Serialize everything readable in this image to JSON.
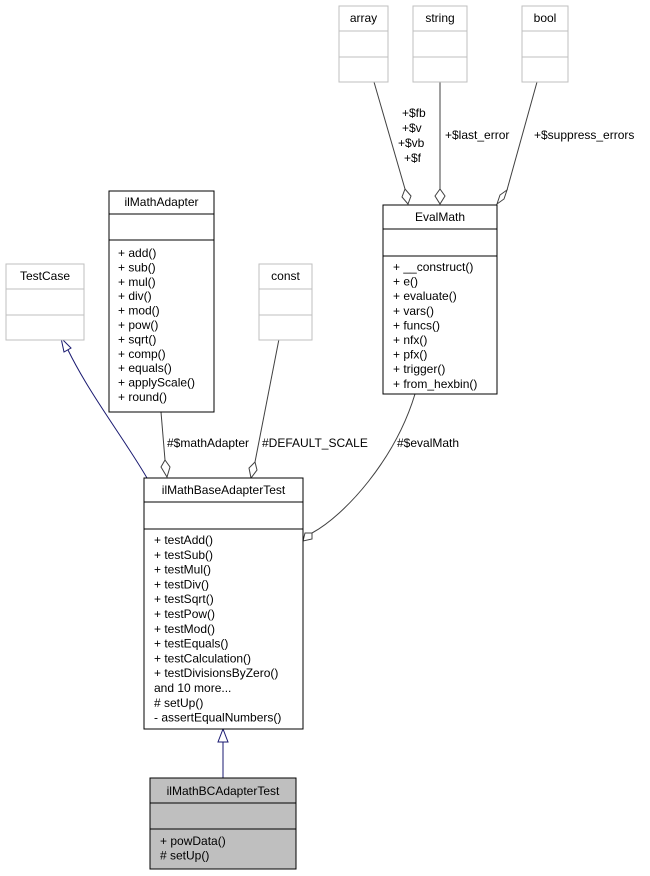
{
  "classes": {
    "array": {
      "name": "array"
    },
    "string": {
      "name": "string"
    },
    "bool": {
      "name": "bool"
    },
    "testcase": {
      "name": "TestCase"
    },
    "const": {
      "name": "const"
    },
    "ilmathadapter": {
      "name": "ilMathAdapter",
      "methods": [
        "+ add()",
        "+ sub()",
        "+ mul()",
        "+ div()",
        "+ mod()",
        "+ pow()",
        "+ sqrt()",
        "+ comp()",
        "+ equals()",
        "+ applyScale()",
        "+ round()"
      ]
    },
    "evalmath": {
      "name": "EvalMath",
      "methods": [
        "+ __construct()",
        "+ e()",
        "+ evaluate()",
        "+ vars()",
        "+ funcs()",
        "+ nfx()",
        "+ pfx()",
        "+ trigger()",
        "+ from_hexbin()"
      ]
    },
    "base": {
      "name": "ilMathBaseAdapterTest",
      "methods": [
        "+ testAdd()",
        "+ testSub()",
        "+ testMul()",
        "+ testDiv()",
        "+ testSqrt()",
        "+ testPow()",
        "+ testMod()",
        "+ testEquals()",
        "+ testCalculation()",
        "+ testDivisionsByZero()",
        "and 10 more...",
        "# setUp()",
        "- assertEqualNumbers()"
      ]
    },
    "bc": {
      "name": "ilMathBCAdapterTest",
      "methods": [
        "+ powData()",
        "# setUp()"
      ]
    }
  },
  "edges": {
    "array_fb": "+$fb",
    "array_v": "+$v",
    "array_vb": "+$vb",
    "array_f": "+$f",
    "string_label": "+$last_error",
    "bool_label": "+$suppress_errors",
    "adapter_label": "#$mathAdapter",
    "const_label": "#DEFAULT_SCALE",
    "evalmath_label": "#$evalMath"
  },
  "colors": {
    "box_border": "#000000",
    "gray_box_border": "#bfbfbf",
    "highlight_fill": "#bfbfbf",
    "inherit_arrow": "#191970",
    "assoc_line": "#404040"
  }
}
